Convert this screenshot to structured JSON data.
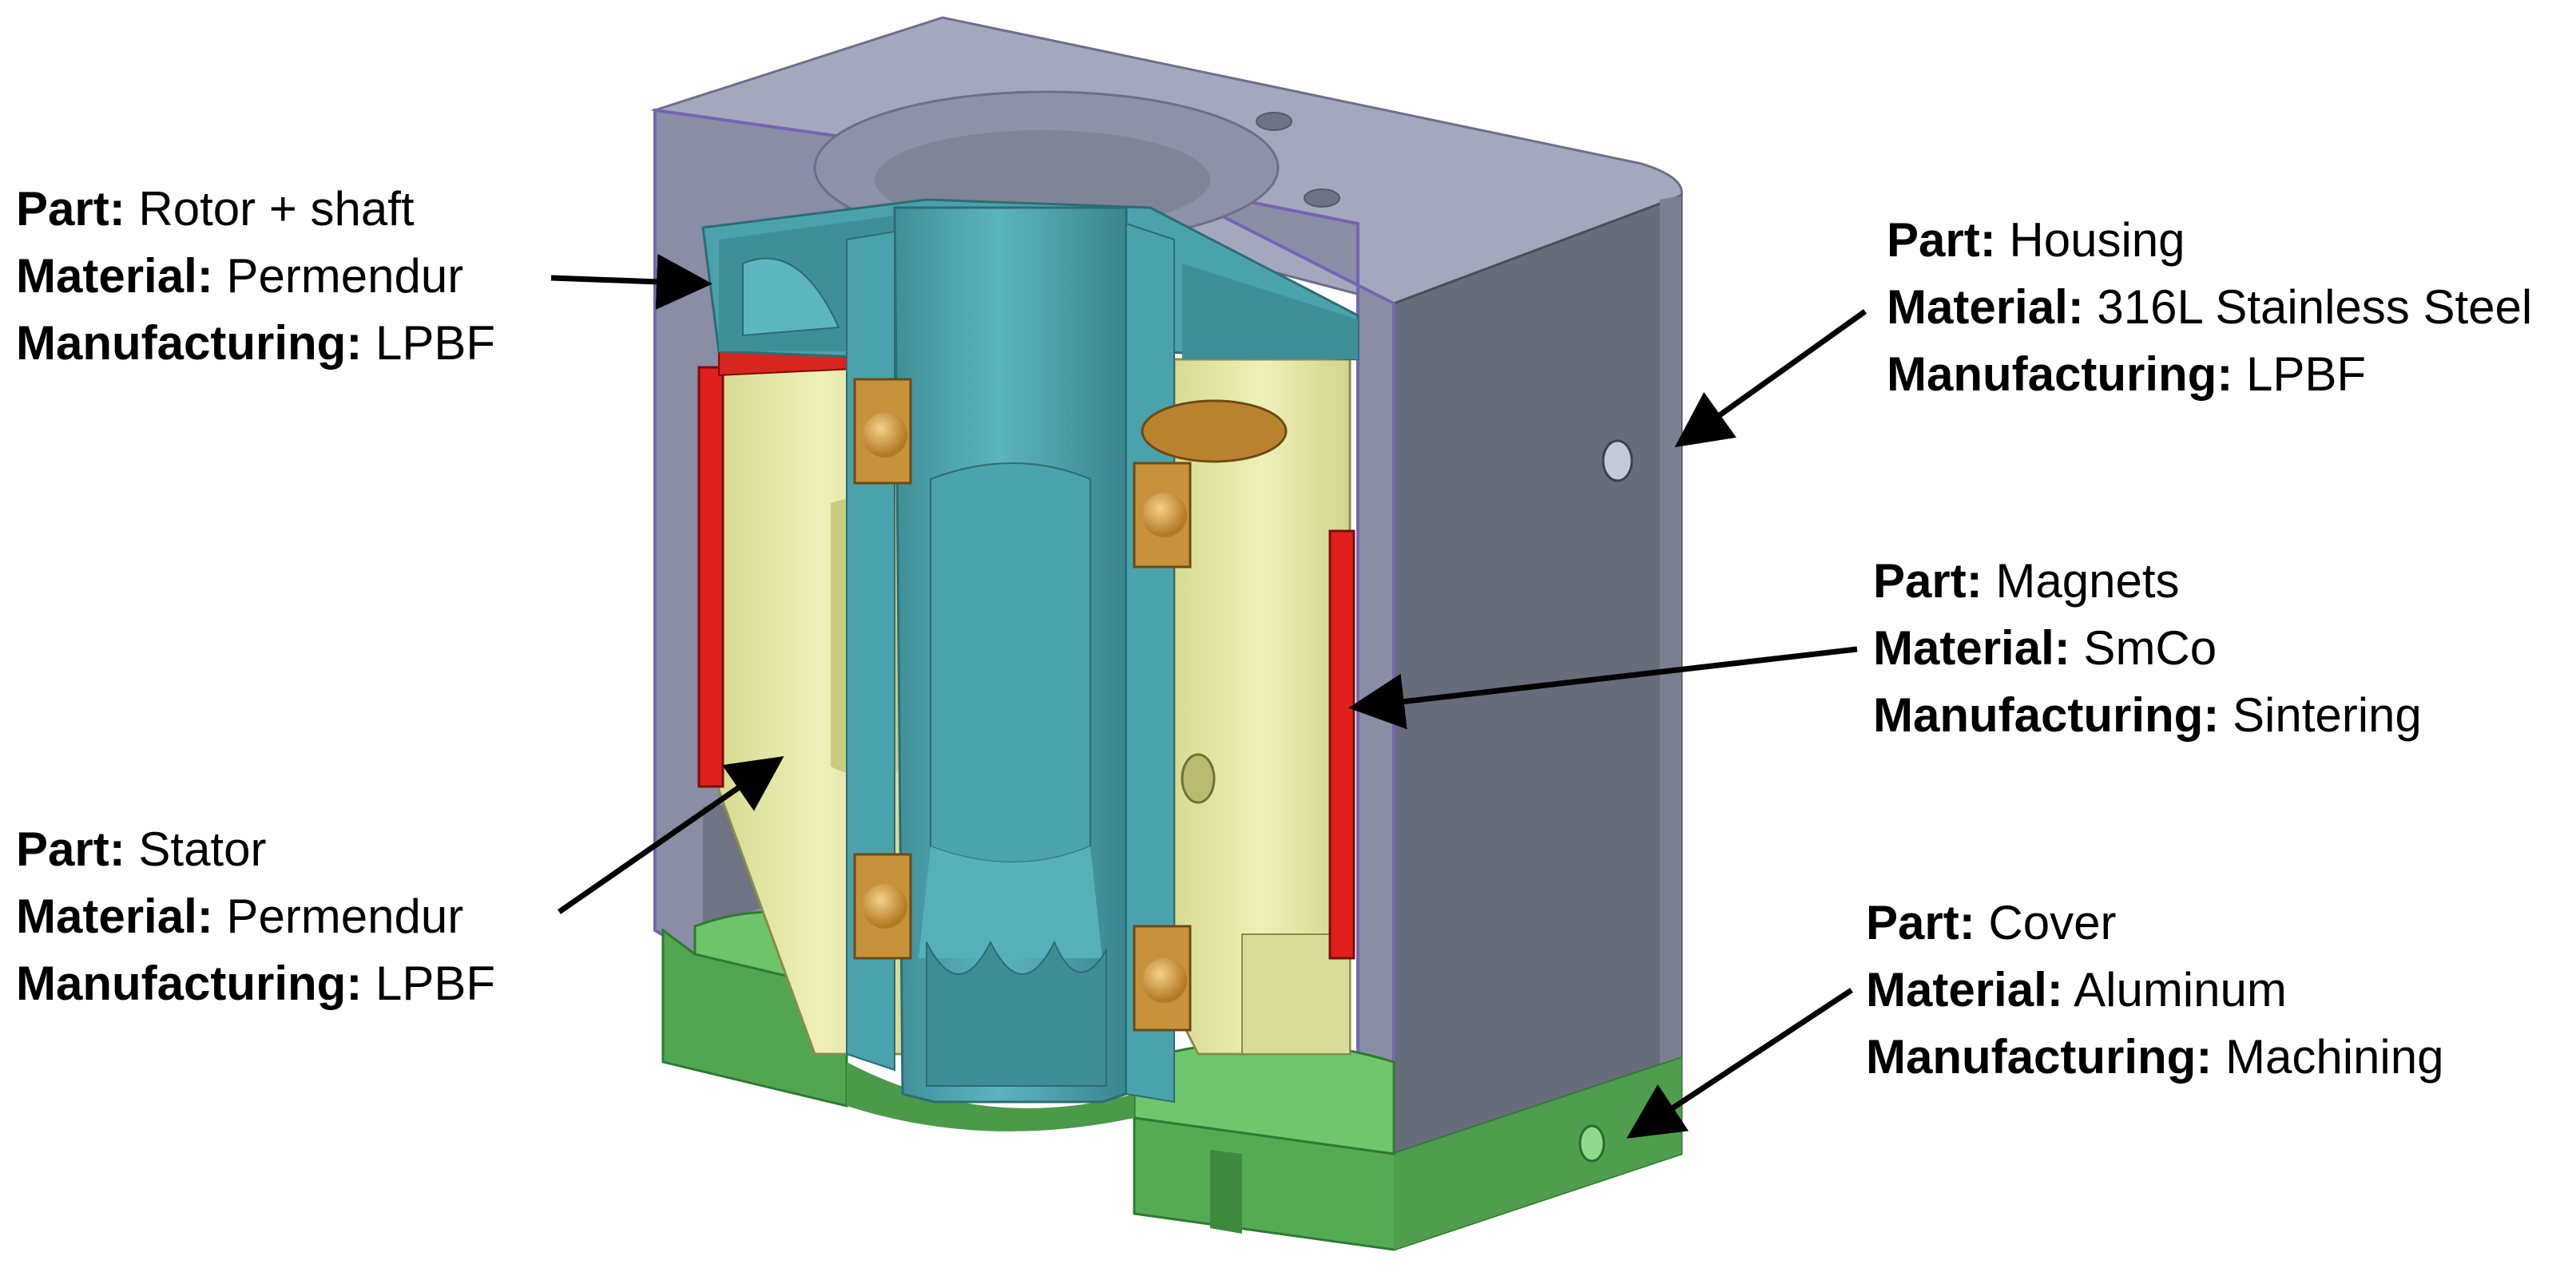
{
  "callouts": {
    "rotor": {
      "part_key": "Part:",
      "part": "Rotor + shaft",
      "material_key": "Material:",
      "material": "Permendur",
      "manufacturing_key": "Manufacturing:",
      "manufacturing": "LPBF"
    },
    "stator": {
      "part_key": "Part:",
      "part": "Stator",
      "material_key": "Material:",
      "material": "Permendur",
      "manufacturing_key": "Manufacturing:",
      "manufacturing": "LPBF"
    },
    "housing": {
      "part_key": "Part:",
      "part": "Housing",
      "material_key": "Material:",
      "material": "316L Stainless Steel",
      "manufacturing_key": "Manufacturing:",
      "manufacturing": "LPBF"
    },
    "magnets": {
      "part_key": "Part:",
      "part": "Magnets",
      "material_key": "Material:",
      "material": "SmCo",
      "manufacturing_key": "Manufacturing:",
      "manufacturing": "Sintering"
    },
    "cover": {
      "part_key": "Part:",
      "part": "Cover",
      "material_key": "Material:",
      "material": "Aluminum",
      "manufacturing_key": "Manufacturing:",
      "manufacturing": "Machining"
    }
  },
  "colors": {
    "housing_top": "#a4a9bd",
    "housing_side": "#676d7a",
    "housing_section": "#8a8fa6",
    "rotor_teal": "#4aa3ad",
    "stator_yellow": "#e6e8a8",
    "magnet_red": "#e0201c",
    "bearing_gold": "#c8923c",
    "cover_green": "#57ad55",
    "edge_purple": "#8c7fbf"
  }
}
